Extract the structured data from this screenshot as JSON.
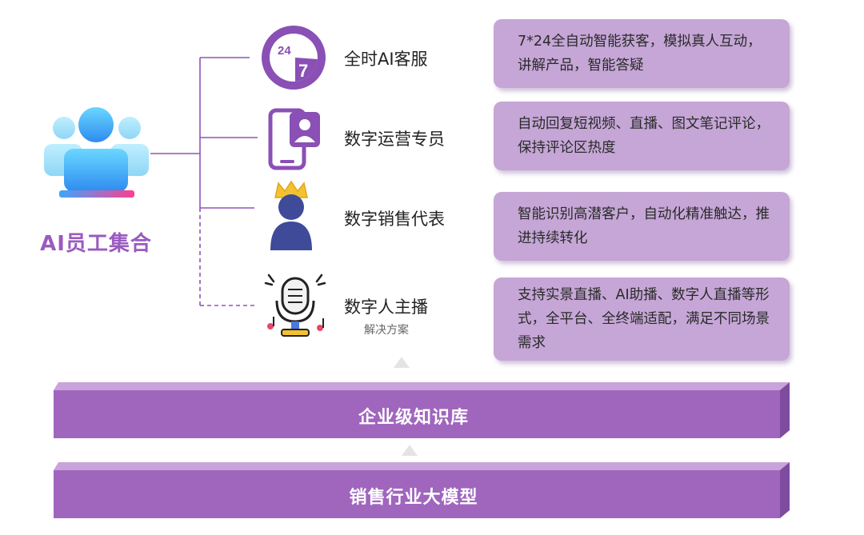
{
  "group_title": "AI员工集合",
  "items": [
    {
      "label": "全时AI客服",
      "sub": "",
      "icon": "clock-24-7-icon",
      "desc": "7*24全自动智能获客，模拟真人互动，讲解产品，智能答疑"
    },
    {
      "label": "数字运营专员",
      "sub": "",
      "icon": "phone-profile-icon",
      "desc": "自动回复短视频、直播、图文笔记评论，保持评论区热度"
    },
    {
      "label": "数字销售代表",
      "sub": "",
      "icon": "crowned-person-icon",
      "desc": "智能识别高潜客户，自动化精准触达，推进持续转化"
    },
    {
      "label": "数字人主播",
      "sub": "解决方案",
      "icon": "microphone-icon",
      "desc": "支持实景直播、AI助播、数字人直播等形式，全平台、全终端适配，满足不同场景需求"
    }
  ],
  "layers": [
    {
      "label": "企业级知识库"
    },
    {
      "label": "销售行业大模型"
    }
  ],
  "colors": {
    "accent": "#8E55B8",
    "box": "#C5A6D6",
    "platform": "#A066BE"
  }
}
